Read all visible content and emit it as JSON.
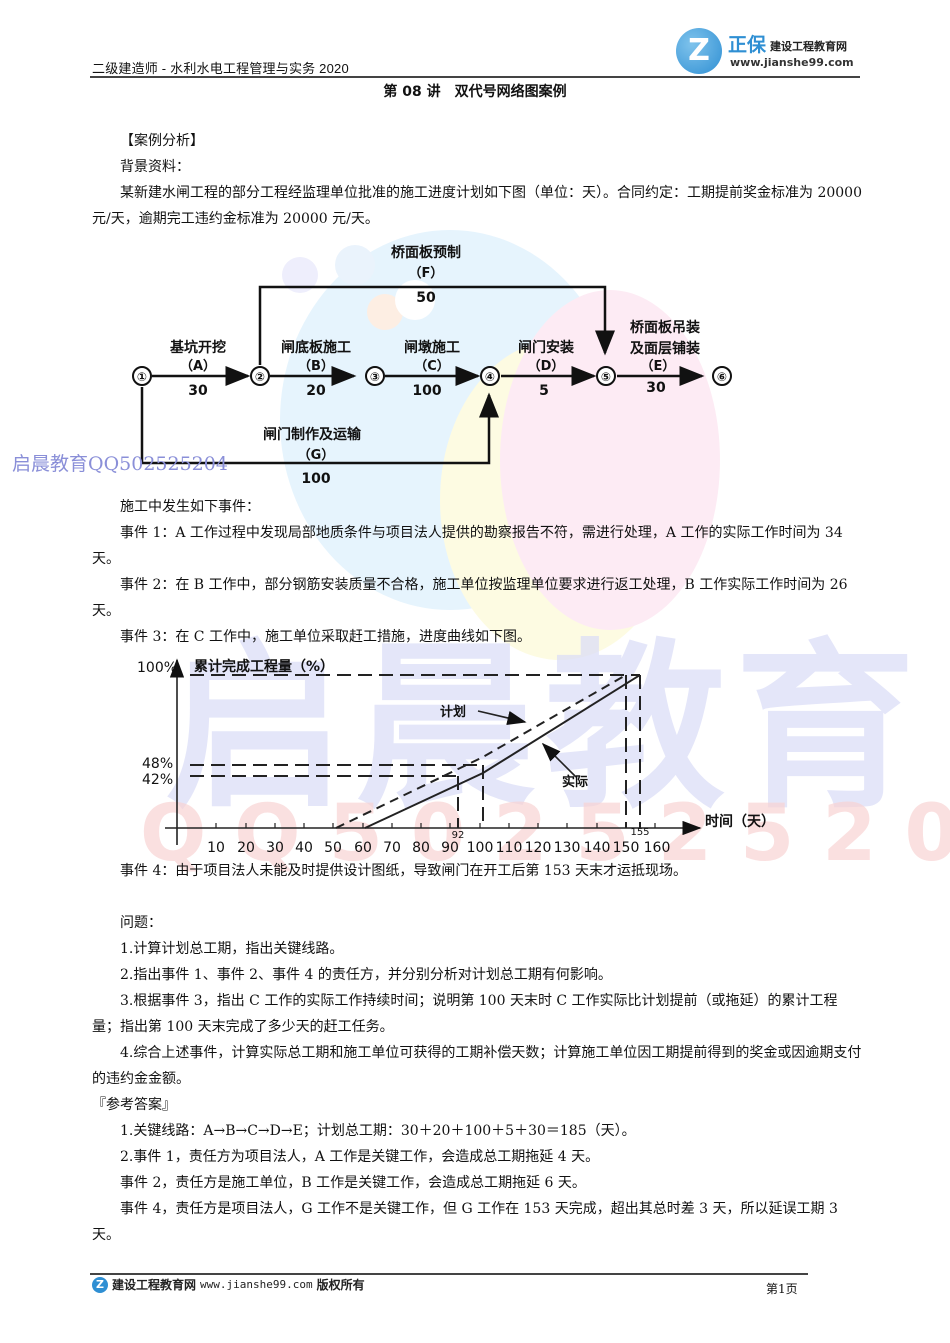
{
  "header": {
    "left_text": "二级建造师 - 水利水电工程管理与实务 2020",
    "logo": {
      "brand": "正保",
      "sub": "建设工程教育网",
      "url": "www.jianshe99.com",
      "icon": "z-logo-icon"
    }
  },
  "title": "第 08 讲　双代号网络图案例",
  "section_case": "【案例分析】",
  "background_label": "背景资料：",
  "background_text": "某新建水闸工程的部分工程经监理单位批准的施工进度计划如下图（单位：天）。合同约定：工期提前奖金标准为 20000 元/天，逾期完工违约金标准为 20000 元/天。",
  "watermark_qq": "启晨教育QQ502525204",
  "watermark_big": "启晨教育",
  "watermark_big_qq": "QQ502525204",
  "network": {
    "nodes": [
      "①",
      "②",
      "③",
      "④",
      "⑤",
      "⑥"
    ],
    "activities": [
      {
        "name": "基坑开挖",
        "code": "（A）",
        "duration": "30"
      },
      {
        "name": "闸底板施工",
        "code": "（B）",
        "duration": "20"
      },
      {
        "name": "闸墩施工",
        "code": "（C）",
        "duration": "100"
      },
      {
        "name": "闸门安装",
        "code": "（D）",
        "duration": "5"
      },
      {
        "name1": "桥面板吊装",
        "name2": "及面层铺装",
        "code": "（E）",
        "duration": "30"
      },
      {
        "name": "桥面板预制",
        "code": "（F）",
        "duration": "50"
      },
      {
        "name": "闸门制作及运输",
        "code": "（G）",
        "duration": "100"
      }
    ]
  },
  "events_intro": "施工中发生如下事件：",
  "events": [
    "事件 1：A 工作过程中发现局部地质条件与项目法人提供的勘察报告不符，需进行处理，A 工作的实际工作时间为 34 天。",
    "事件 2：在 B 工作中，部分钢筋安装质量不合格，施工单位按监理单位要求进行返工处理，B 工作实际工作时间为 26 天。",
    "事件 3：在 C 工作中，施工单位采取赶工措施，进度曲线如下图。",
    "事件 4：由于项目法人未能及时提供设计图纸，导致闸门在开工后第 153 天末才运抵现场。"
  ],
  "chart_data": {
    "type": "line",
    "title": "",
    "xlabel": "时间（天）",
    "ylabel": "累计完成工程量（%）",
    "x_ticks": [
      "10",
      "20",
      "30",
      "40",
      "50",
      "60",
      "70",
      "80",
      "90",
      "100",
      "110",
      "120",
      "130",
      "140",
      "150",
      "160"
    ],
    "extra_x_labels": [
      "92",
      "155"
    ],
    "y_labels": [
      "100%",
      "48%",
      "42%"
    ],
    "xlim": [
      0,
      165
    ],
    "ylim": [
      0,
      100
    ],
    "series": [
      {
        "name": "计划",
        "style": "dashed",
        "x": [
          50,
          100,
          150
        ],
        "y": [
          0,
          48,
          100
        ]
      },
      {
        "name": "实际",
        "style": "solid",
        "x": [
          60,
          100,
          155
        ],
        "y": [
          0,
          42,
          100
        ]
      }
    ],
    "reference_lines": {
      "vertical": [
        92,
        100,
        150,
        155
      ],
      "horizontal": [
        42,
        48,
        100
      ]
    },
    "annotations": [
      "计划",
      "实际"
    ]
  },
  "questions_label": "问题：",
  "questions": [
    "1.计算计划总工期，指出关键线路。",
    "2.指出事件 1、事件 2、事件 4 的责任方，并分别分析对计划总工期有何影响。",
    "3.根据事件 3，指出 C 工作的实际工作持续时间；说明第 100 天末时 C 工作实际比计划提前（或拖延）的累计工程量；指出第 100 天末完成了多少天的赶工任务。",
    "4.综合上述事件，计算实际总工期和施工单位可获得的工期补偿天数；计算施工单位因工期提前得到的奖金或因逾期支付的违约金金额。"
  ],
  "answer_label": "『参考答案』",
  "answers": [
    "1.关键线路：A→B→C→D→E；计划总工期：30＋20＋100＋5＋30＝185（天）。",
    "2.事件 1，责任方为项目法人，A 工作是关键工作，会造成总工期拖延 4 天。",
    "事件 2，责任方是施工单位，B 工作是关键工作，会造成总工期拖延 6 天。",
    "事件 4，责任方是项目法人，G 工作不是关键工作，但 G 工作在 153 天完成，超出其总时差 3 天，所以延误工期 3 天。"
  ],
  "footer": {
    "site": "建设工程教育网",
    "url": "www.jianshe99.com",
    "rights": "版权所有",
    "page": "第1页"
  }
}
